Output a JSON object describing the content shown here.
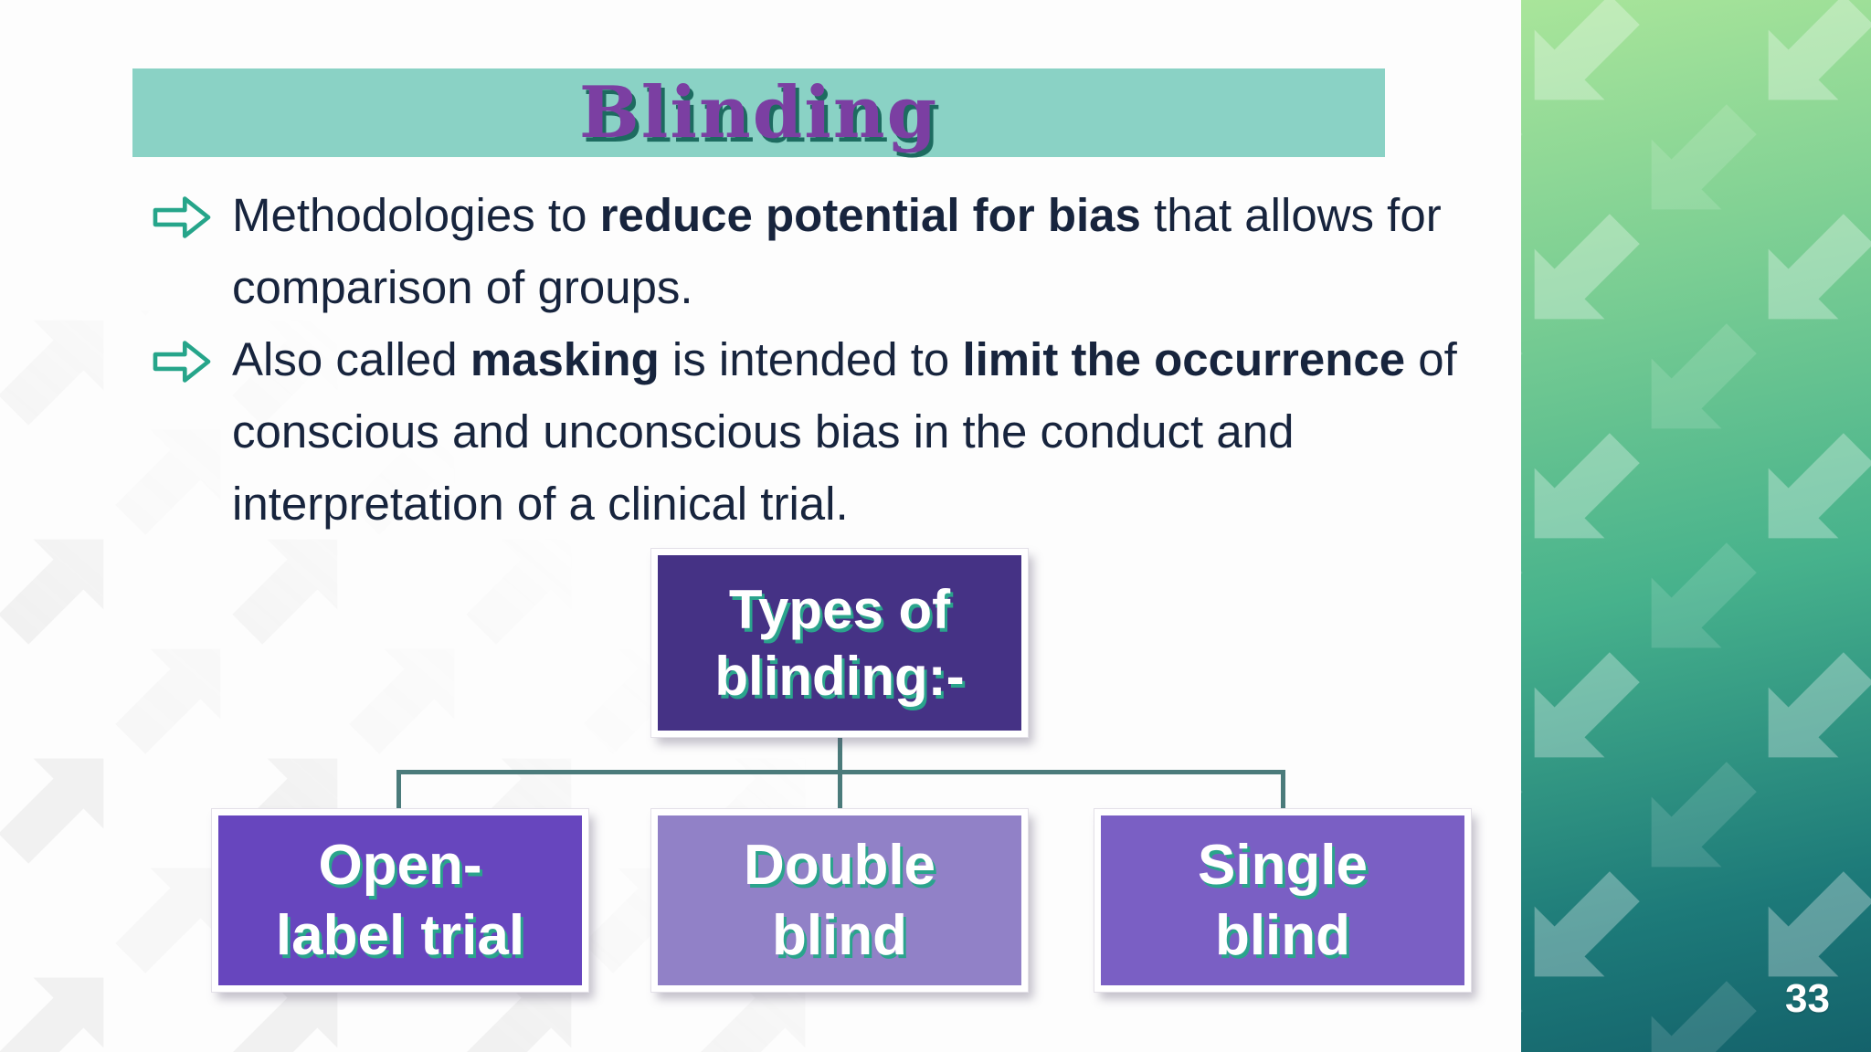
{
  "slide": {
    "title": "Blinding",
    "page_number": "33",
    "bullets": [
      {
        "segments": [
          {
            "text": "Methodologies to ",
            "bold": false
          },
          {
            "text": "reduce potential for bias",
            "bold": true
          },
          {
            "text": " that allows for comparison of groups.",
            "bold": false
          }
        ]
      },
      {
        "segments": [
          {
            "text": "Also called ",
            "bold": false
          },
          {
            "text": "masking",
            "bold": true
          },
          {
            "text": " is intended to ",
            "bold": false
          },
          {
            "text": "limit the occurrence",
            "bold": true
          },
          {
            "text": " of conscious and unconscious bias in the conduct and interpretation of a clinical trial.",
            "bold": false
          }
        ]
      }
    ],
    "diagram": {
      "root": {
        "lines": [
          "Types of",
          "blinding:-"
        ]
      },
      "children": [
        {
          "lines": [
            "Open-",
            "label trial"
          ]
        },
        {
          "lines": [
            "Double",
            "blind"
          ]
        },
        {
          "lines": [
            "Single",
            "blind"
          ]
        }
      ]
    },
    "icons": {
      "bullet_icon": "right-arrow-icon",
      "side_panel_pattern": "arrow-tile-pattern",
      "watermark_pattern": "arrow-tile-pattern"
    },
    "colors": {
      "banner": "#8ad2c5",
      "title_text": "#7b3fa2",
      "title_shadow": "#1d6b60",
      "body_text": "#17243d",
      "bullet_arrow": "#26a58a",
      "root_box": "#453285",
      "child_box_open_label": "#6746be",
      "child_box_double_blind": "#9181c7",
      "child_box_single_blind": "#7a5fc4",
      "box_text_shadow": "#2aa48c",
      "connector": "#4b7b7b",
      "panel_gradient_top": "#a9e59a",
      "panel_gradient_mid": "#47b28c",
      "panel_gradient_bottom": "#14626b",
      "page_number_text": "#ffffff"
    }
  }
}
